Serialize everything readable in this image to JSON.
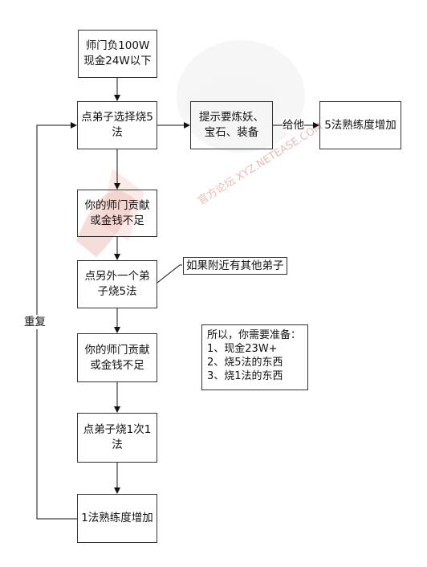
{
  "diagram": {
    "nodes": {
      "n1": "师门负100W\n现金24W以下",
      "n2": "点弟子选择烧5\n法",
      "n3": "提示要炼妖、\n宝石、装备",
      "n4": "5法熟练度增加",
      "n5": "你的师门贡献\n或金钱不足",
      "n6": "点另外一个弟\n子烧5法",
      "n7": "你的师门贡献\n或金钱不足",
      "n8": "点弟子烧1次1\n法",
      "n9": "1法熟练度增加"
    },
    "labels": {
      "give": "给他",
      "nearby": "如果附近有其他弟子",
      "repeat": "重复"
    },
    "summary": "所以，你需要准备：\n1、现金23W+\n2、烧5法的东西\n3、烧1法的东西"
  },
  "watermark": {
    "text": "官方论坛 XYZ.NETEASE.COM",
    "color": "#c33b2a"
  }
}
